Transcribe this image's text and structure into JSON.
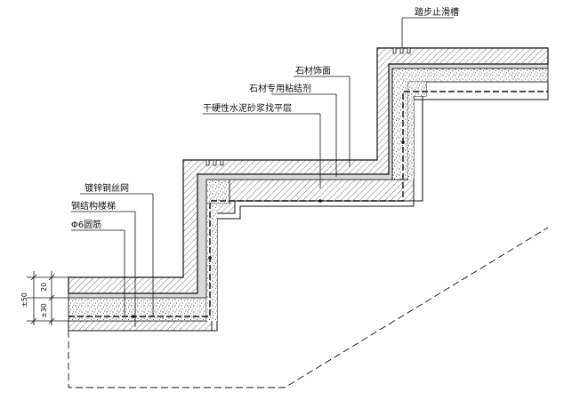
{
  "labels": {
    "anti_slip_groove": "踏步止滑槽",
    "stone_finish": "石材饰面",
    "stone_adhesive": "石材专用粘结剂",
    "dry_mortar": "干硬性水泥砂浆找平层",
    "galvanized_mesh": "镀锌钢丝网",
    "steel_stair": "钢结构楼梯",
    "rebar": "Φ6圆筋"
  },
  "dimensions": {
    "total": "±50",
    "upper": "20",
    "lower": "±30"
  }
}
